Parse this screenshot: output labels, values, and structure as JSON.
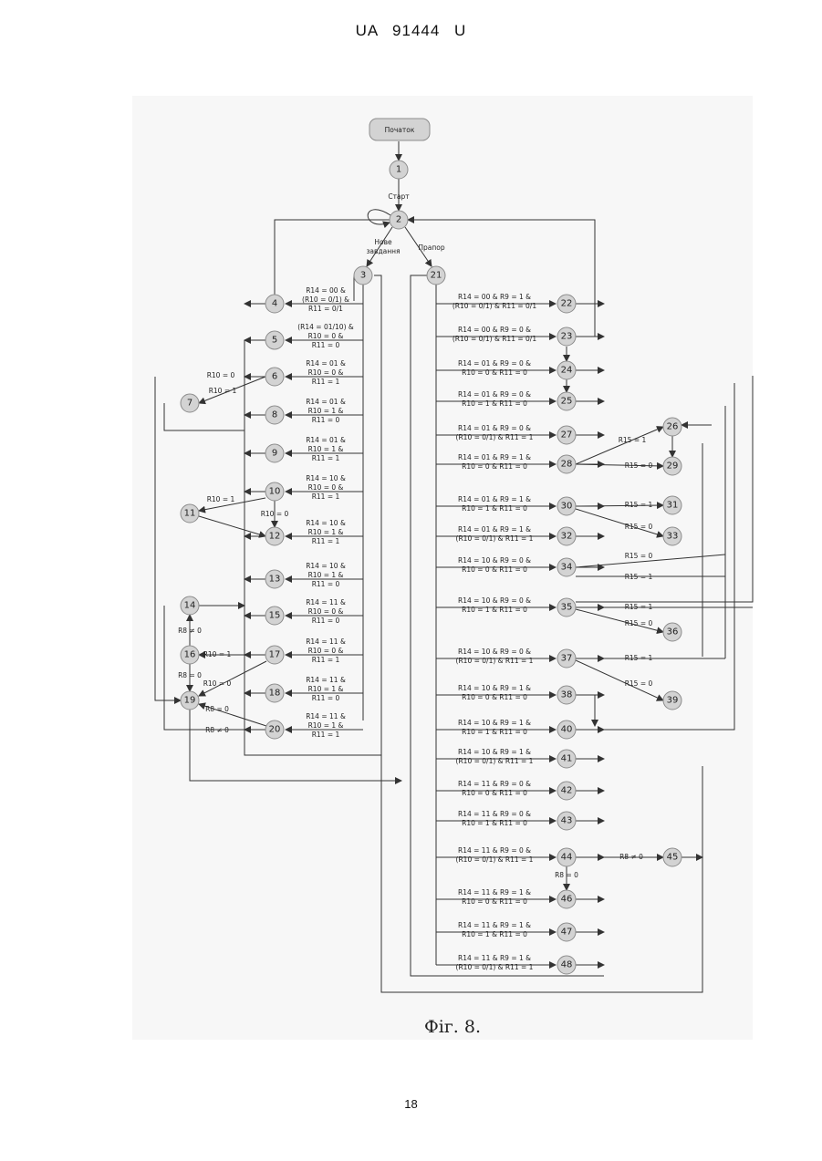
{
  "header": "UA 91444 U",
  "page_number": "18",
  "caption": "Фіг. 8.",
  "start_label": "Початок",
  "edge_labels": {
    "start": "Старт",
    "new_task": [
      "Нове",
      "завдання"
    ],
    "flag": "Прапор",
    "r10_0": "R10 = 0",
    "r10_1": "R10 = 1",
    "r15_1": "R15 = 1",
    "r15_0": "R15 = 0",
    "r8_0": "R8 = 0",
    "r8_ne0": "R8 ≠ 0"
  },
  "states": [
    "1",
    "2",
    "3",
    "4",
    "5",
    "6",
    "7",
    "8",
    "9",
    "10",
    "11",
    "12",
    "13",
    "14",
    "15",
    "16",
    "17",
    "18",
    "19",
    "20",
    "21",
    "22",
    "23",
    "24",
    "25",
    "26",
    "27",
    "28",
    "29",
    "30",
    "31",
    "32",
    "33",
    "34",
    "35",
    "36",
    "37",
    "38",
    "39",
    "40",
    "41",
    "42",
    "43",
    "44",
    "45",
    "46",
    "47",
    "48"
  ],
  "left_conditions": [
    [
      "R14 = 00 &",
      "(R10 = 0/1) &",
      "R11 = 0/1"
    ],
    [
      "(R14 = 01/10) &",
      "R10 = 0 &",
      "R11 = 0"
    ],
    [
      "R14 = 01 &",
      "R10 = 0 &",
      "R11 = 1"
    ],
    [
      "R14 = 01 &",
      "R10 = 1 &",
      "R11 = 0"
    ],
    [
      "R14 = 01 &",
      "R10 = 1 &",
      "R11 = 1"
    ],
    [
      "R14 = 10 &",
      "R10 = 0 &",
      "R11 = 1"
    ],
    [
      "R14 = 10 &",
      "R10 = 1 &",
      "R11 = 1"
    ],
    [
      "R14 = 10 &",
      "R10 = 1 &",
      "R11 = 0"
    ],
    [
      "R14 = 11 &",
      "R10 = 0 &",
      "R11 = 0"
    ],
    [
      "R14 = 11 &",
      "R10 = 0 &",
      "R11 = 1"
    ],
    [
      "R14 = 11 &",
      "R10 = 1 &",
      "R11 = 0"
    ],
    [
      "R14 = 11 &",
      "R10 = 1 &",
      "R11 = 1"
    ]
  ],
  "right_conditions": [
    [
      "R14 = 00 & R9 = 1 &",
      "(R10 = 0/1) & R11 = 0/1"
    ],
    [
      "R14 = 00 & R9 = 0 &",
      "(R10 = 0/1) & R11 = 0/1"
    ],
    [
      "R14 = 01 & R9 = 0 &",
      "R10 = 0 & R11 = 0"
    ],
    [
      "R14 = 01 & R9 = 0 &",
      "R10 = 1 & R11 = 0"
    ],
    [
      "R14 = 01 & R9 = 0 &",
      "(R10 = 0/1) & R11 = 1"
    ],
    [
      "R14 = 01 & R9 = 1 &",
      "R10 = 0 & R11 = 0"
    ],
    [
      "R14 = 01 & R9 = 1 &",
      "R10 = 1 & R11 = 0"
    ],
    [
      "R14 = 01 & R9 = 1 &",
      "(R10 = 0/1) & R11 = 1"
    ],
    [
      "R14 = 10 & R9 = 0 &",
      "R10 = 0 & R11 = 0"
    ],
    [
      "R14 = 10 & R9 = 0 &",
      "R10 = 1 & R11 = 0"
    ],
    [
      "R14 = 10 & R9 = 0 &",
      "(R10 = 0/1) & R11 = 1"
    ],
    [
      "R14 = 10 & R9 = 1 &",
      "R10 = 0 & R11 = 0"
    ],
    [
      "R14 = 10 & R9 = 1 &",
      "R10 = 1 & R11 = 0"
    ],
    [
      "R14 = 10 & R9 = 1 &",
      "(R10 = 0/1) & R11 = 1"
    ],
    [
      "R14 = 11 & R9 = 0 &",
      "R10 = 0 & R11 = 0"
    ],
    [
      "R14 = 11 & R9 = 0 &",
      "R10 = 1 & R11 = 0"
    ],
    [
      "R14 = 11 & R9 = 0 &",
      "(R10 = 0/1) & R11 = 1"
    ],
    [
      "R14 = 11 & R9 = 1 &",
      "R10 = 0 & R11 = 0"
    ],
    [
      "R14 = 11 & R9 = 1 &",
      "R10 = 1 & R11 = 0"
    ],
    [
      "R14 = 11 & R9 = 1 &",
      "(R10 = 0/1) & R11 = 1"
    ]
  ]
}
